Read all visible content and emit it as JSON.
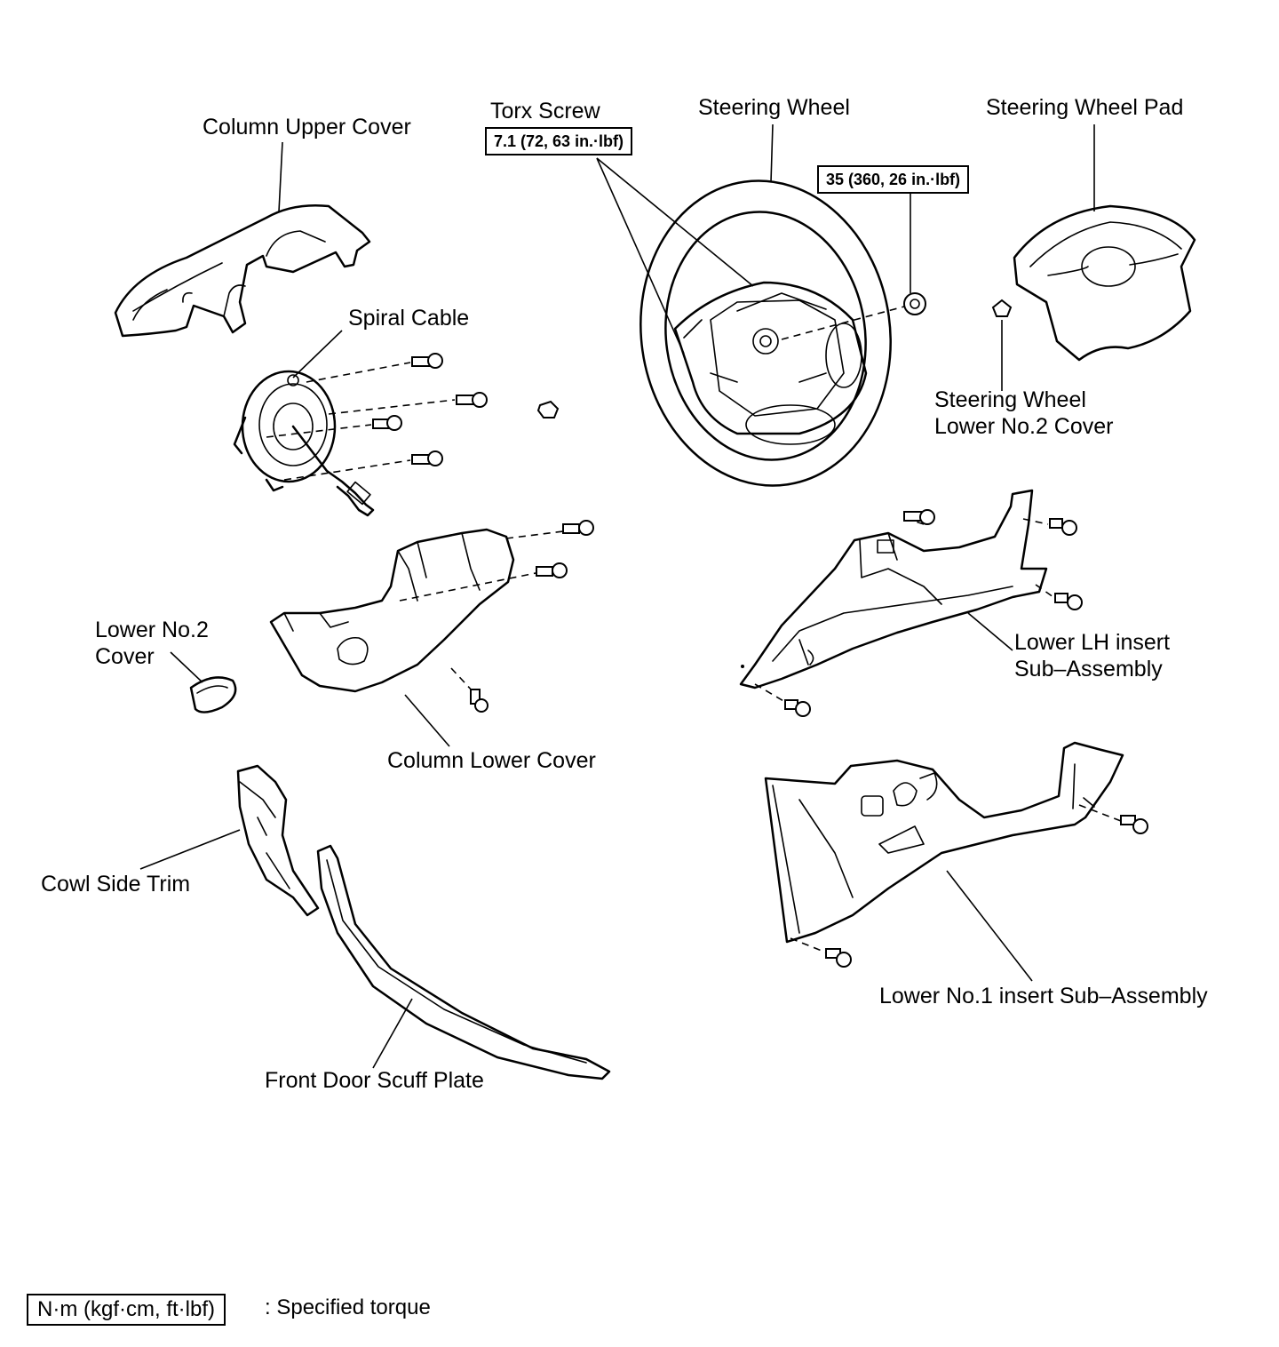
{
  "labels": {
    "column_upper_cover": "Column Upper Cover",
    "torx_screw": "Torx Screw",
    "steering_wheel": "Steering Wheel",
    "steering_wheel_pad": "Steering Wheel Pad",
    "spiral_cable": "Spiral Cable",
    "steering_wheel_lower_no2_cover_line1": "Steering Wheel",
    "steering_wheel_lower_no2_cover_line2": "Lower No.2 Cover",
    "lower_no2_cover_line1": "Lower No.2",
    "lower_no2_cover_line2": "Cover",
    "lower_lh_insert_line1": "Lower LH insert",
    "lower_lh_insert_line2": "Sub–Assembly",
    "column_lower_cover": "Column Lower Cover",
    "cowl_side_trim": "Cowl Side Trim",
    "lower_no1_insert": "Lower No.1 insert Sub–Assembly",
    "front_door_scuff_plate": "Front Door Scuff Plate"
  },
  "torque_specs": {
    "torx_screw": "7.1 (72, 63 in.·lbf)",
    "steering_wheel_nut": "35 (360, 26 in.·lbf)"
  },
  "legend": {
    "unit_box": "N·m (kgf·cm, ft·lbf)",
    "description": ": Specified torque"
  }
}
